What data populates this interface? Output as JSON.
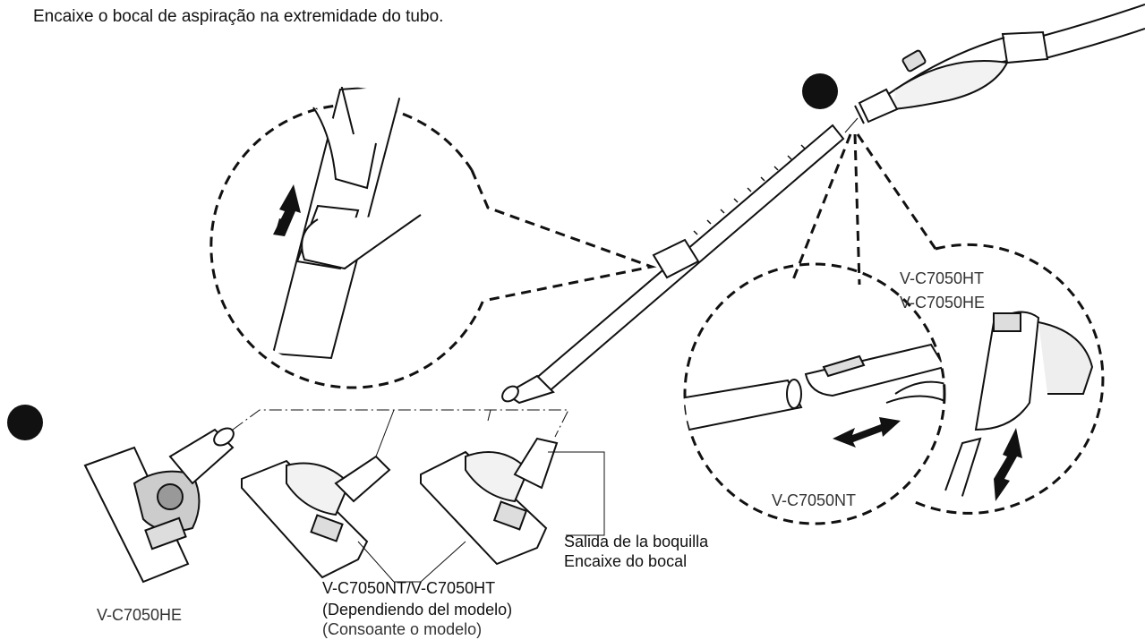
{
  "instruction": "Encaixe o bocal de aspiração na extremidade do tubo.",
  "labels": {
    "model_ht": "V-C7050HT",
    "model_he": "V-C7050HE",
    "model_nt": "V-C7050NT",
    "outlet_es": "Salida de la boquilla",
    "outlet_pt": "Encaixe do bocal",
    "nozzle_models": "V-C7050NT/V-C7050HT",
    "depending_es": "(Dependiendo del modelo)",
    "depending_pt": "(Consoante o modelo)",
    "model_he_bottom": "V-C7050HE"
  }
}
